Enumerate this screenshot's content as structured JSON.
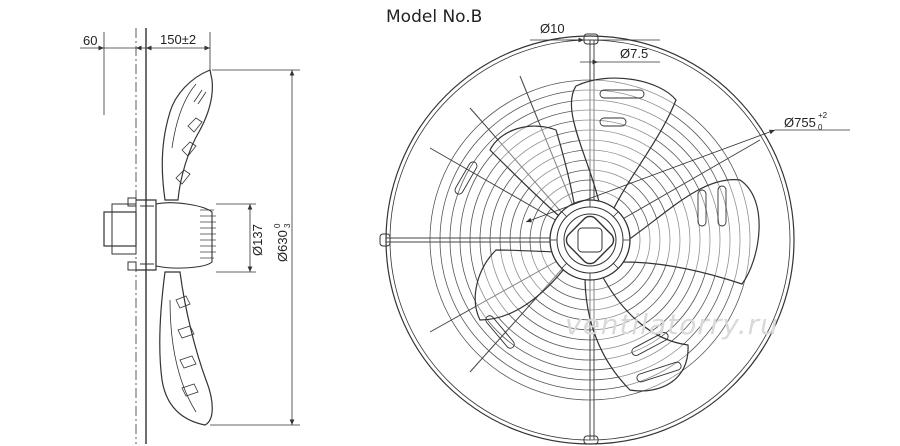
{
  "title": "Model No.B",
  "side_view": {
    "dim_motor_depth": "60",
    "dim_depth": "150±2",
    "dim_hub_diameter": "Ø137",
    "dim_blade_diameter_main": "Ø630",
    "dim_blade_diameter_sup": "0",
    "dim_blade_diameter_sub": "3"
  },
  "front_view": {
    "dim_mount_hole": "Ø10",
    "dim_slot": "Ø7.5",
    "dim_guard_diameter_main": "Ø755",
    "dim_guard_diameter_sup": "+2",
    "dim_guard_diameter_sub": "0"
  },
  "watermark": "ventilatorry.ru",
  "colors": {
    "line": "#333333",
    "thin": "#555555",
    "watermark": "#d9d9d9"
  }
}
